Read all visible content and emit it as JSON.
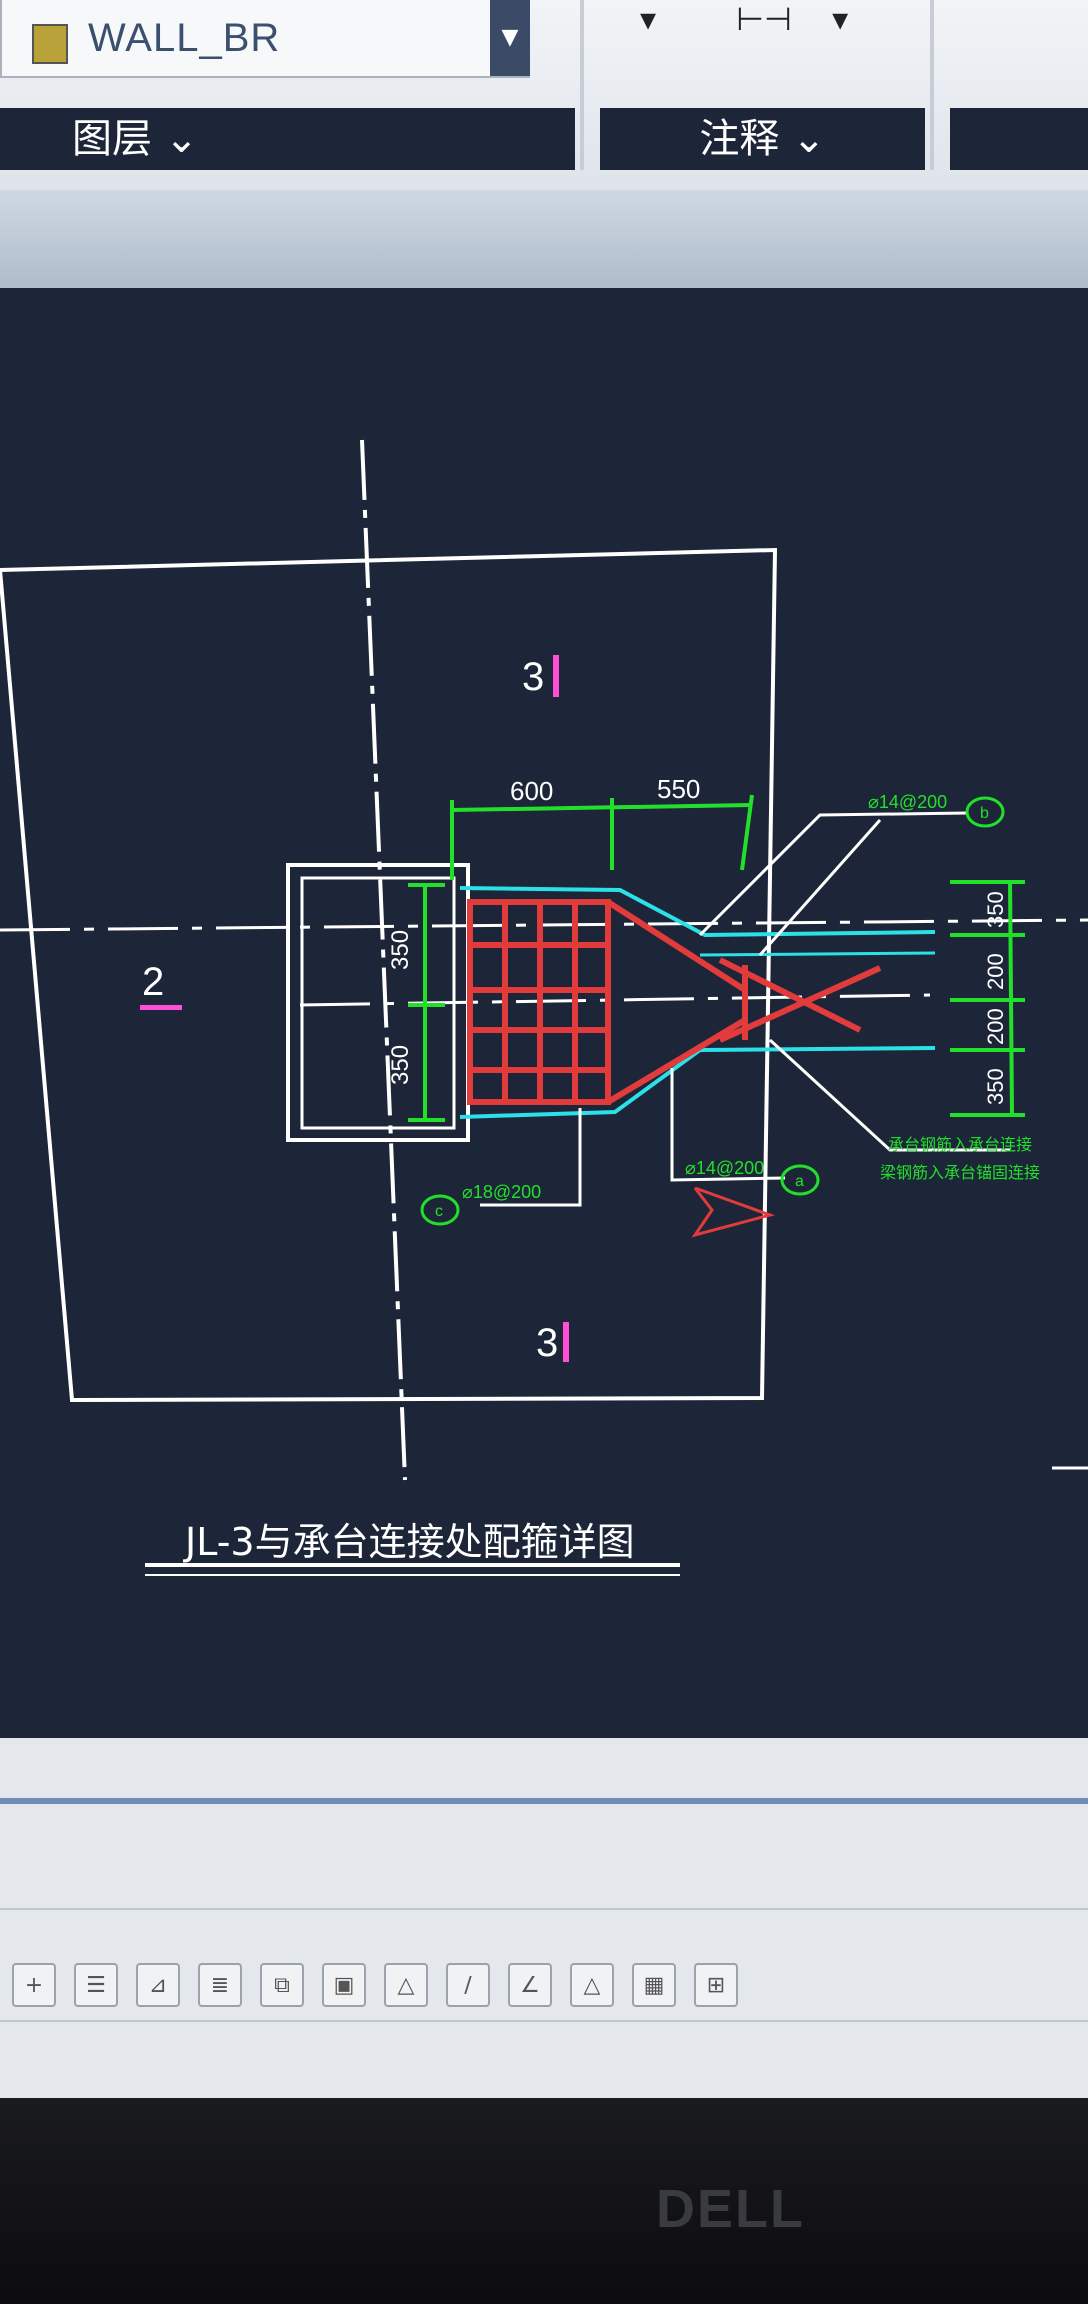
{
  "ribbon": {
    "layer_name": "WALL_BR",
    "layers_panel_title": "图层 ⌄",
    "annotation_panel_title": "注释 ⌄"
  },
  "drawing": {
    "title": "JL-3与承台连接处配箍详图",
    "section_labels": [
      "3",
      "3",
      "2"
    ],
    "dimensions_top": [
      "600",
      "550"
    ],
    "dimensions_left": [
      "350",
      "350"
    ],
    "dimensions_right": [
      "350",
      "200",
      "200",
      "350"
    ],
    "rebar_callouts": [
      "⌀14@200",
      "⌀14@200",
      "⌀18@200"
    ],
    "rebar_callout_tags": [
      "b",
      "a",
      "c"
    ],
    "note_lines": [
      "承台钢筋入承台连接",
      "梁钢筋入承台锚固连接"
    ],
    "colors": {
      "frame": "#ffffff",
      "dimension": "#22e02a",
      "rebar": "#e23b3b",
      "beam": "#2ce0e8",
      "section_mark": "#ff4fd8"
    }
  },
  "monitor_logo": "DELL"
}
